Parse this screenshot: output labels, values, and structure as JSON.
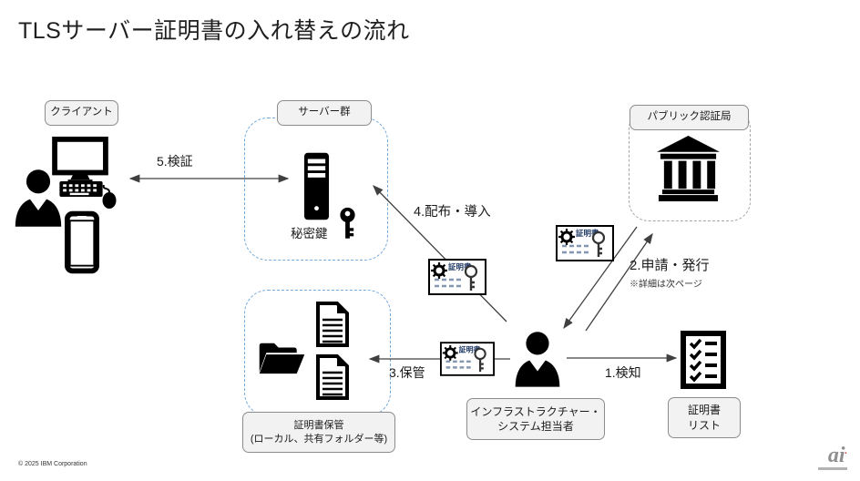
{
  "slide": {
    "title": "TLSサーバー証明書の入れ替えの流れ",
    "footer": "© 2025 IBM Corporation",
    "watermark": "ai"
  },
  "boxes": {
    "client": {
      "label": "クライアント"
    },
    "server_group": {
      "label": "サーバー群",
      "key_label": "秘密鍵"
    },
    "public_ca": {
      "label": "パブリック認証局"
    },
    "admin": {
      "line1": "インフラストラクチャー・",
      "line2": "システム担当者"
    },
    "cert_storage": {
      "line1": "証明書保管",
      "line2": "(ローカル、共有フォルダー等)"
    },
    "cert_list": {
      "line1": "証明書",
      "line2": "リスト"
    }
  },
  "certificate": {
    "label": "証明書"
  },
  "steps": {
    "detect": {
      "label": "1.検知"
    },
    "request_issue": {
      "label": "2.申請・発行",
      "note": "※詳細は次ページ"
    },
    "store": {
      "label": "3.保管"
    },
    "deploy": {
      "label": "4.配布・導入"
    },
    "verify": {
      "label": "5.検証"
    }
  },
  "icons": [
    "user-icon",
    "monitor-icon",
    "keyboard-icon",
    "mouse-icon",
    "smartphone-icon",
    "server-icon",
    "key-icon",
    "bank-icon",
    "certificate-icon",
    "folder-icon",
    "document-icon",
    "checklist-icon",
    "admin-user-icon"
  ],
  "colors": {
    "accent_blue_dash": "#74A9DC",
    "gray_dash": "#a6a6a6",
    "label_fill": "#f2f2f2",
    "label_border": "#8c8c8c",
    "cert_title_text": "#1F3864",
    "cert_dash": "#8496B0",
    "arrow_line": "#404040",
    "icon_black": "#000000"
  }
}
